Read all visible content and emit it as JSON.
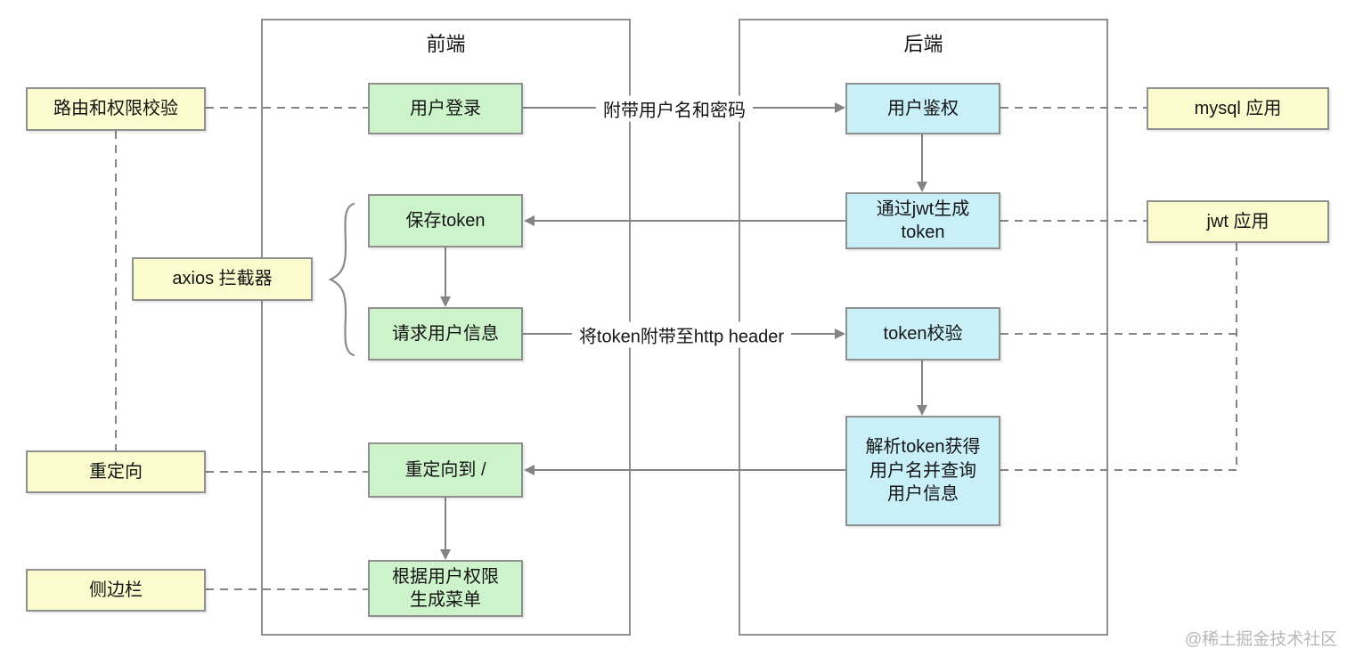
{
  "diagram": {
    "frames": {
      "frontend": {
        "label": "前端"
      },
      "backend": {
        "label": "后端"
      }
    },
    "nodes": {
      "route_guard": {
        "label": "路由和权限校验",
        "fill": "yellow"
      },
      "redirect": {
        "label": "重定向",
        "fill": "yellow"
      },
      "sidebar": {
        "label": "侧边栏",
        "fill": "yellow"
      },
      "axios_interceptor": {
        "label": "axios 拦截器",
        "fill": "yellow"
      },
      "user_login": {
        "label": "用户登录",
        "fill": "green"
      },
      "save_token": {
        "label": "保存token",
        "fill": "green"
      },
      "request_user_info": {
        "label": "请求用户信息",
        "fill": "green"
      },
      "redirect_to_root": {
        "label": "重定向到 /",
        "fill": "green"
      },
      "generate_menu": {
        "label": "根据用户权限\n生成菜单",
        "fill": "green"
      },
      "user_auth": {
        "label": "用户鉴权",
        "fill": "blue"
      },
      "jwt_generate_token": {
        "label": "通过jwt生成\ntoken",
        "fill": "blue"
      },
      "token_verify": {
        "label": "token校验",
        "fill": "blue"
      },
      "parse_token": {
        "label": "解析token获得\n用户名并查询\n用户信息",
        "fill": "blue"
      },
      "mysql_app": {
        "label": "mysql 应用",
        "fill": "yellow"
      },
      "jwt_app": {
        "label": "jwt 应用",
        "fill": "yellow"
      }
    },
    "edge_labels": {
      "login_to_auth": "附带用户名和密码",
      "request_to_verify": "将token附带至http header"
    },
    "watermark": "@稀土掘金技术社区",
    "colors": {
      "yellow_fill": "#fbfbcd",
      "green_fill": "#cdf3cb",
      "blue_fill": "#c9f0f9",
      "border_gray": "#8f8f8f",
      "line_gray": "#848484",
      "text": "#141414",
      "watermark_gray": "#b8b8b8"
    }
  }
}
